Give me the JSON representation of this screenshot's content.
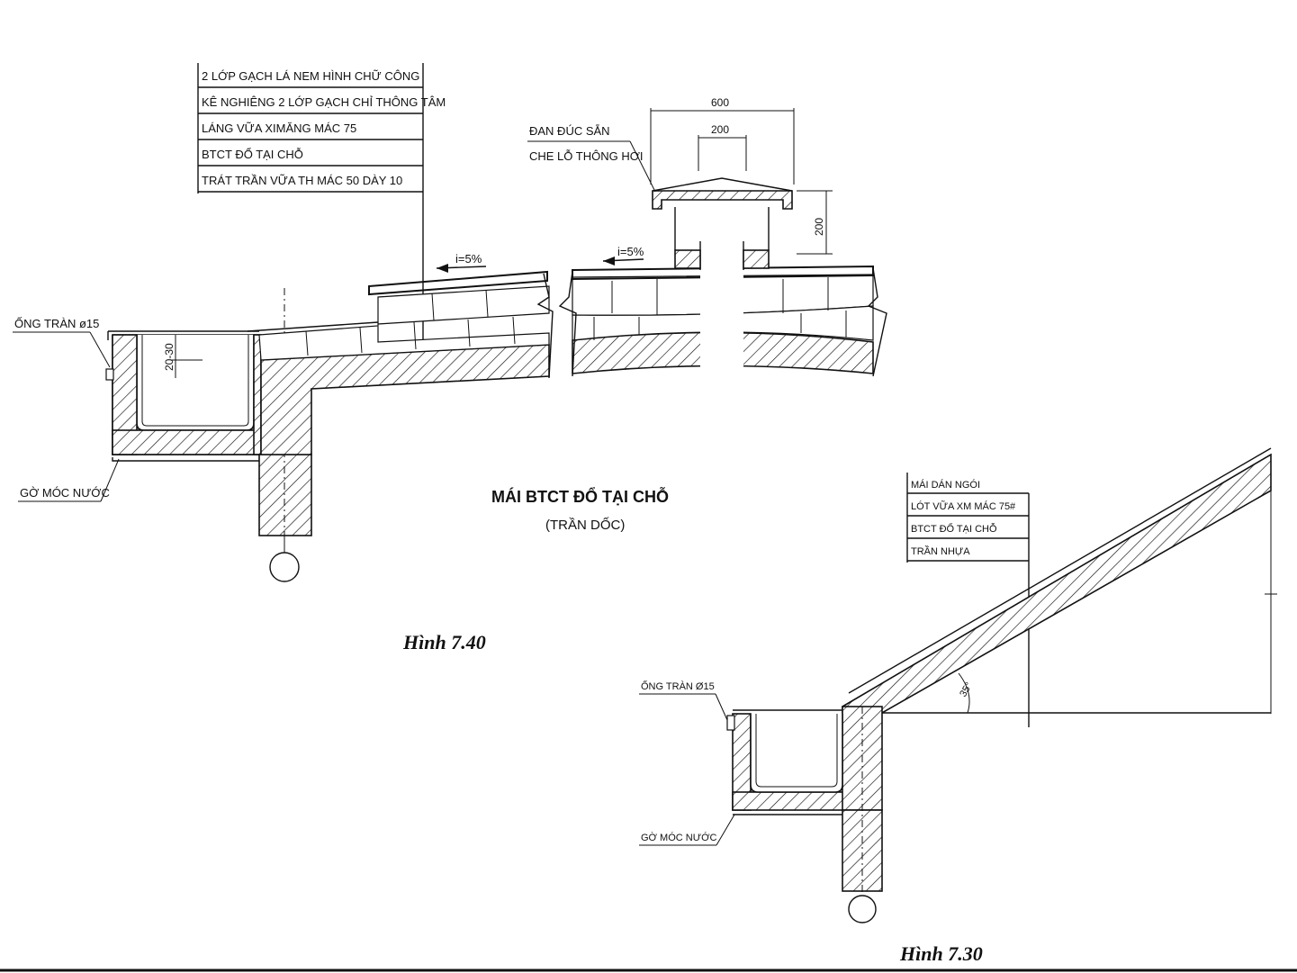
{
  "fig40": {
    "layers": [
      "2 LỚP GẠCH LÁ NEM HÌNH CHỮ CÔNG",
      "KÊ NGHIÊNG 2 LỚP GẠCH CHỈ THÔNG TÂM",
      "LÁNG VỮA XIMĂNG MÁC 75",
      "BTCT ĐỔ TẠI CHỖ",
      "TRÁT TRẦN VỮA TH MÁC 50 DÀY 10"
    ],
    "pipe_label": "ỐNG TRÀN ø15",
    "drip_label": "GỜ MÓC NƯỚC",
    "gutter_dim": "20-30",
    "slope_left": "i=5%",
    "slope_right": "i=5%",
    "vent_label_1": "ĐAN ĐÚC SẴN",
    "vent_label_2": "CHE LỖ THÔNG HƠI",
    "dim_600": "600",
    "dim_200_top": "200",
    "dim_200_side": "200",
    "title": "MÁI BTCT ĐỔ TẠI CHỖ",
    "subtitle": "(TRẦN DỐC)",
    "caption": "Hình 7.40"
  },
  "fig30": {
    "layers": [
      "MÁI DÁN NGÓI",
      "LÓT VỮA XM MÁC 75#",
      "BTCT ĐỔ TẠI CHỖ",
      "TRẦN NHỰA"
    ],
    "pipe_label": "ỐNG TRÀN Ø15",
    "drip_label": "GỜ MÓC NƯỚC",
    "angle_label": "35°",
    "caption": "Hình 7.30"
  }
}
